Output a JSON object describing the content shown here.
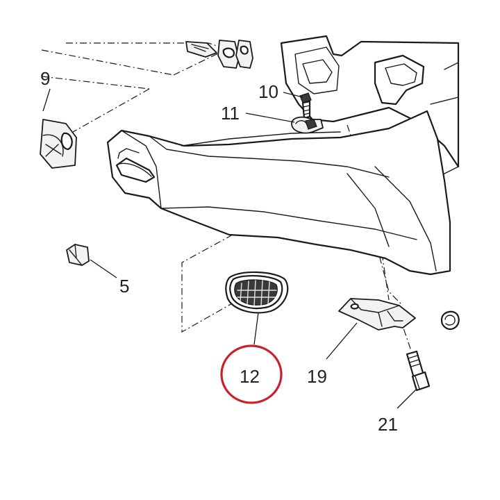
{
  "callouts": {
    "c9": "9",
    "c10": "10",
    "c11": "11",
    "c5": "5",
    "c12": "12",
    "c19": "19",
    "c21": "21"
  },
  "highlighted_part": "12",
  "colors": {
    "highlight_ring": "#cc1f2e",
    "line": "#1a1a1a",
    "background": "#ffffff"
  }
}
